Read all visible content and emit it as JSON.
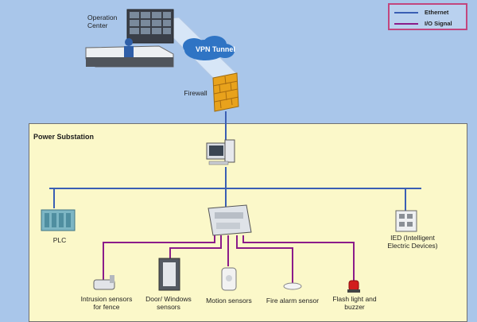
{
  "legend": {
    "ethernet": "Ethernet",
    "io_signal": "I/O Signal",
    "ethernet_color": "#3a5fb4",
    "io_color": "#8b1c8a"
  },
  "nodes": {
    "operation_center": "Operation\nCenter",
    "vpn_tunnel": "VPN Tunnel",
    "firewall": "Firewall",
    "power_substation": "Power Substation",
    "plc": "PLC",
    "ied": "IED (Intelligent\nElectric Devices)",
    "intrusion": "Intrusion sensors\nfor fence",
    "door": "Door/ Windows\nsensors",
    "motion": "Motion sensors",
    "fire": "Fire alarm sensor",
    "flash": "Flash light and\nbuzzer"
  },
  "colors": {
    "background": "#a9c6ea",
    "substation_fill": "#fbf8c9",
    "cloud": "#2f74c4",
    "firewall": "#e8a21c"
  }
}
